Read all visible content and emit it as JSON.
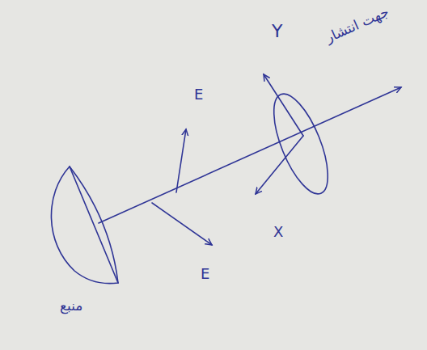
{
  "diagram": {
    "labels": [
      "Y",
      "جهت انتشار",
      "E",
      "X",
      "E",
      "منبع"
    ]
  }
}
